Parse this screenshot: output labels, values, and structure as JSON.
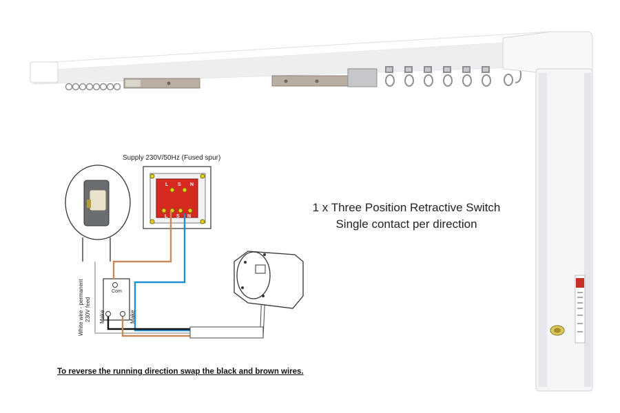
{
  "supply_label": "Supply 230V/50Hz (Fused spur)",
  "caption_line1": "1 x Three Position Retractive Switch",
  "caption_line2": "Single contact per direction",
  "vertical_label_1": "White wire - permanent",
  "vertical_label_2": "230V feed",
  "make_left": "Make",
  "make_right": "Make",
  "com_label": "Com",
  "spur_terminals_top": [
    "L",
    "S",
    "N"
  ],
  "spur_terminals_bottom": [
    "L",
    "S",
    "N"
  ],
  "reverse_note": "To reverse the running direction swap the black and brown wires.",
  "colors": {
    "track": "#f4f5f6",
    "spur_plate": "#d62a20",
    "brown_wire": "#c8885a",
    "blue_wire": "#1f8fd0",
    "black_wire": "#111111",
    "terminal": "#e8d21a"
  }
}
